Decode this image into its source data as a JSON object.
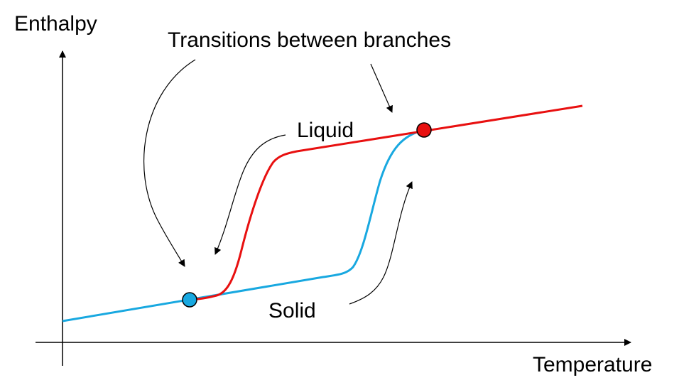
{
  "axes": {
    "y_label": "Enthalpy",
    "x_label": "Temperature"
  },
  "annotations": {
    "transitions": "Transitions between branches",
    "liquid": "Liquid",
    "solid": "Solid"
  },
  "colors": {
    "solid_branch": "#18a8e0",
    "liquid_branch": "#e81010",
    "axis": "#000000",
    "marker_outline": "#000000"
  }
}
